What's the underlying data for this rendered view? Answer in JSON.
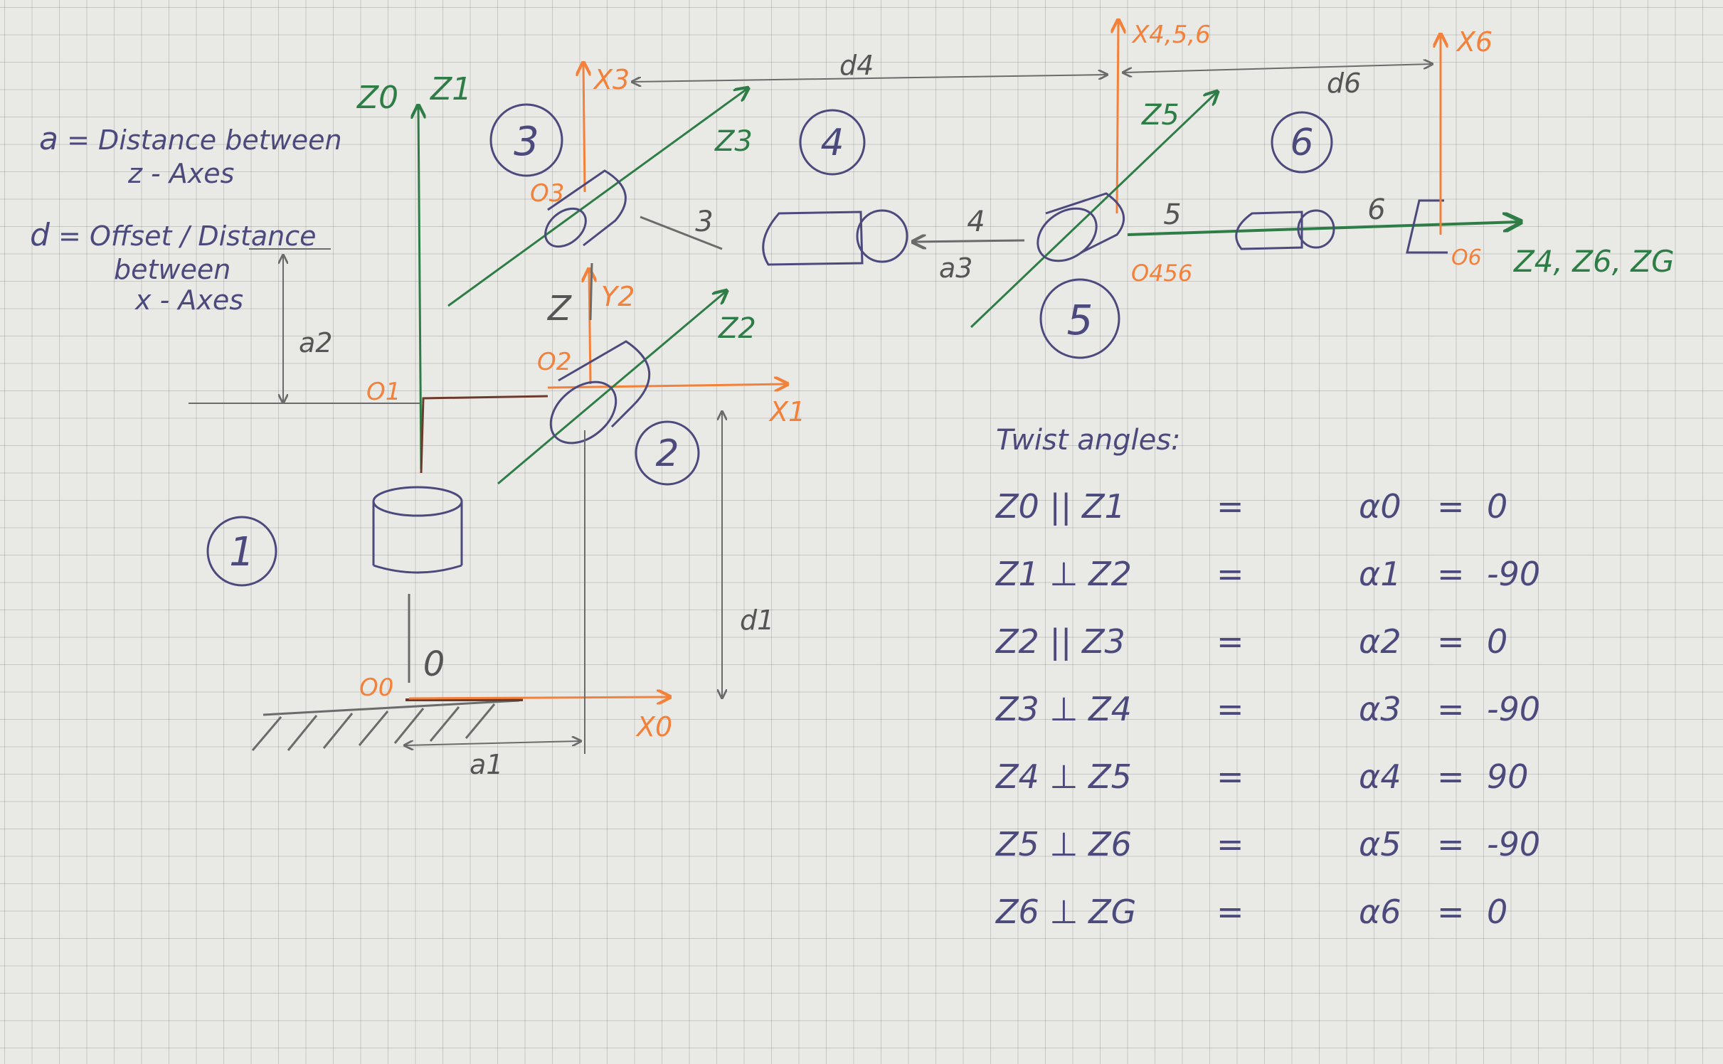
{
  "legend": {
    "a_symbol": "a",
    "a_text_line1": "= Distance between",
    "a_text_line2": "z - Axes",
    "d_symbol": "d",
    "d_text_line1": "= Offset / Distance",
    "d_text_line2": "between",
    "d_text_line3": "x - Axes"
  },
  "joints": [
    "1",
    "2",
    "3",
    "4",
    "5",
    "6"
  ],
  "links": [
    "0",
    "3",
    "4",
    "5",
    "6"
  ],
  "axis_labels": {
    "z0": "Z0",
    "z1": "Z1",
    "z2": "Z2",
    "z3": "Z3",
    "z5": "Z5",
    "z_stack": "Z4, Z6, ZG",
    "x0": "X0",
    "x1": "X1",
    "x3": "X3",
    "x456": "X4,5,6",
    "x6": "X6",
    "y2": "Y2",
    "z_small": "Z"
  },
  "origins": {
    "o0": "O0",
    "o1": "O1",
    "o2": "O2",
    "o3": "O3",
    "o456": "O456",
    "o6": "O6"
  },
  "dimensions": {
    "a1": "a1",
    "a2": "a2",
    "a3": "a3",
    "d1": "d1",
    "d4": "d4",
    "d6": "d6"
  },
  "twist": {
    "title": "Twist angles:",
    "rows": [
      {
        "rel": "Z0 || Z1",
        "eq": "=",
        "alpha": "α0",
        "eq2": "=",
        "value": "0"
      },
      {
        "rel": "Z1 ⊥ Z2",
        "eq": "=",
        "alpha": "α1",
        "eq2": "=",
        "value": "-90"
      },
      {
        "rel": "Z2 || Z3",
        "eq": "=",
        "alpha": "α2",
        "eq2": "=",
        "value": "0"
      },
      {
        "rel": "Z3 ⊥ Z4",
        "eq": "=",
        "alpha": "α3",
        "eq2": "=",
        "value": "-90"
      },
      {
        "rel": "Z4 ⊥ Z5",
        "eq": "=",
        "alpha": "α4",
        "eq2": "=",
        "value": "90"
      },
      {
        "rel": "Z5 ⊥ Z6",
        "eq": "=",
        "alpha": "α5",
        "eq2": "=",
        "value": "-90"
      },
      {
        "rel": "Z6 ⊥ ZG",
        "eq": "=",
        "alpha": "α6",
        "eq2": "=",
        "value": "0"
      }
    ]
  },
  "colors": {
    "paper": "#e9e9e6",
    "grid": "#8a8a8a",
    "z_axes": "#2f7d46",
    "x_axes": "#f4813a",
    "pencil": "#4c4a7c",
    "dims": "#6b6b6b"
  }
}
